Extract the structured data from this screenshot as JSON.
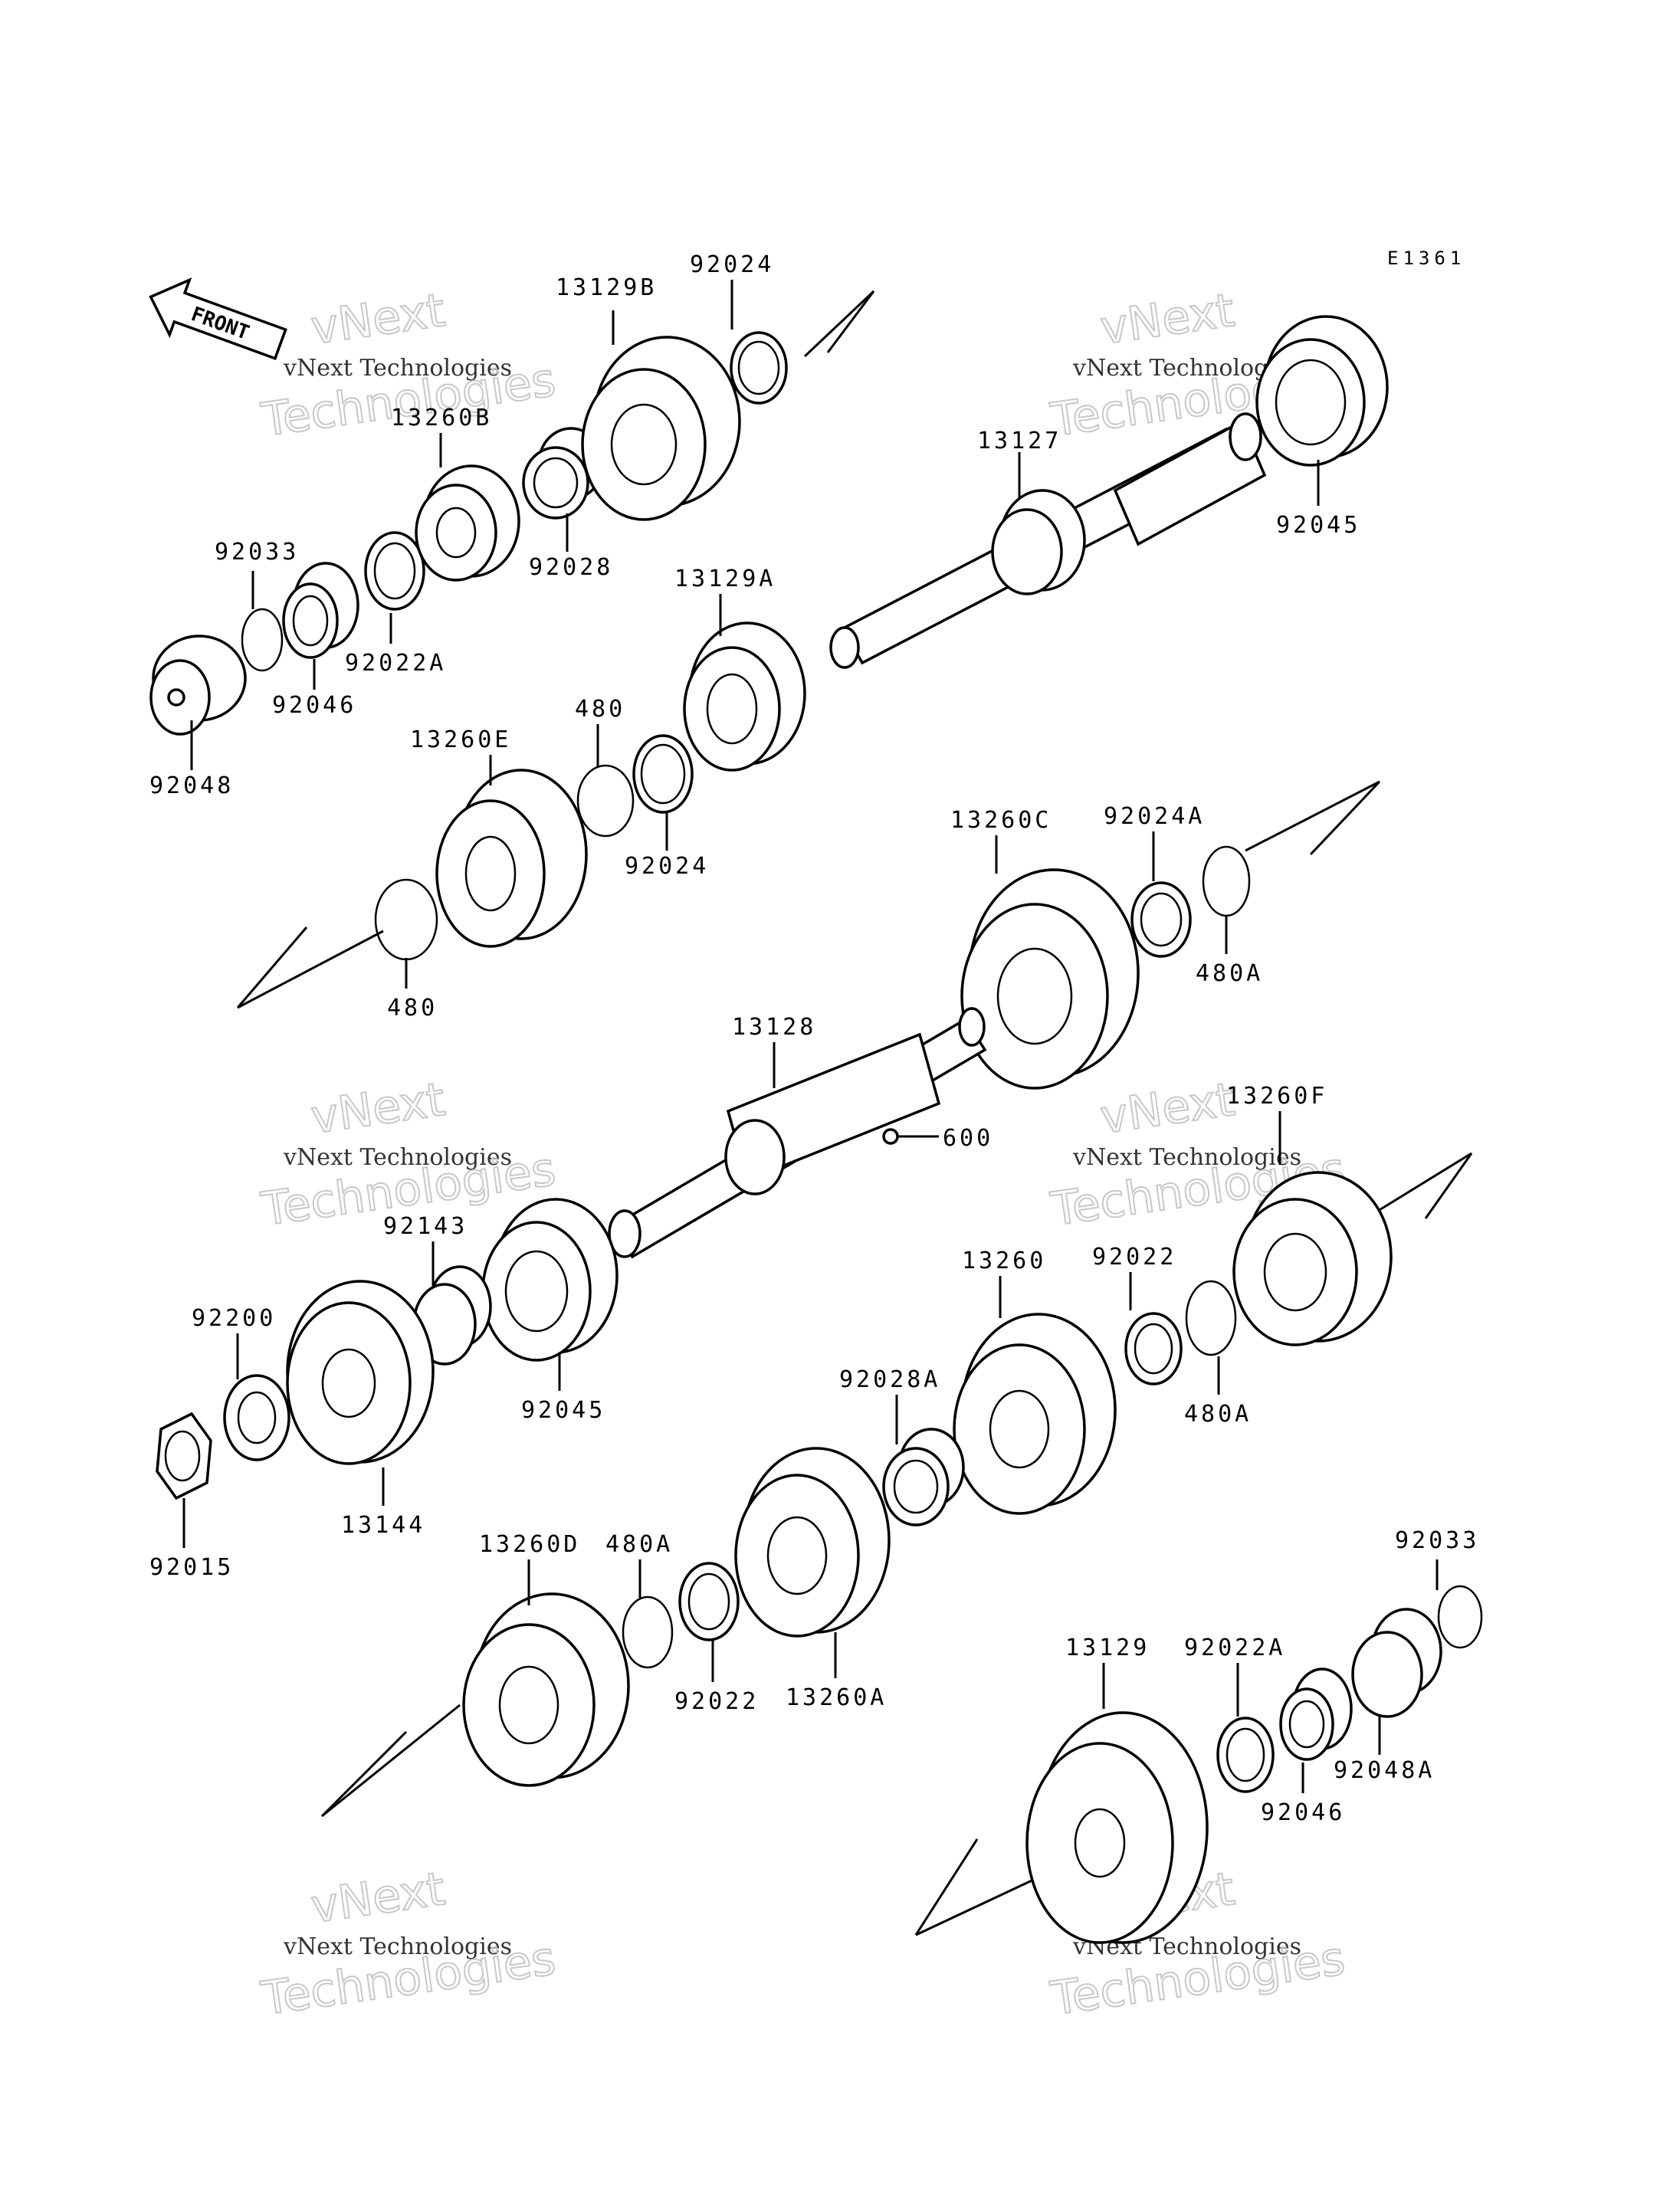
{
  "diagram_code": "E1361",
  "front_arrow_label": "FRONT",
  "watermark": {
    "small": "vNext Technologies",
    "big_top": "vNext",
    "big_bottom": "Technologies"
  },
  "labels": {
    "p13129B": "13129B",
    "p92024_top": "92024",
    "p13260B": "13260B",
    "p92033_top": "92033",
    "p92028": "92028",
    "p92022A_top": "92022A",
    "p92046_top": "92046",
    "p92048": "92048",
    "p13127": "13127",
    "p92045_top": "92045",
    "p13129A": "13129A",
    "p480_top": "480",
    "p13260E": "13260E",
    "p92024_mid": "92024",
    "p480_left": "480",
    "p13260C": "13260C",
    "p92024A": "92024A",
    "p480A_top": "480A",
    "p13128": "13128",
    "p600": "600",
    "p13260F": "13260F",
    "p92143": "92143",
    "p92200": "92200",
    "p92045_mid": "92045",
    "p13260": "13260",
    "p92022_right": "92022",
    "p480A_mid": "480A",
    "p92028A": "92028A",
    "p13144": "13144",
    "p92015": "92015",
    "p13260D": "13260D",
    "p480A_low": "480A",
    "p92022_low": "92022",
    "p13260A": "13260A",
    "p92033_low": "92033",
    "p13129": "13129",
    "p92022A_low": "92022A",
    "p92046_low": "92046",
    "p92048A": "92048A"
  }
}
